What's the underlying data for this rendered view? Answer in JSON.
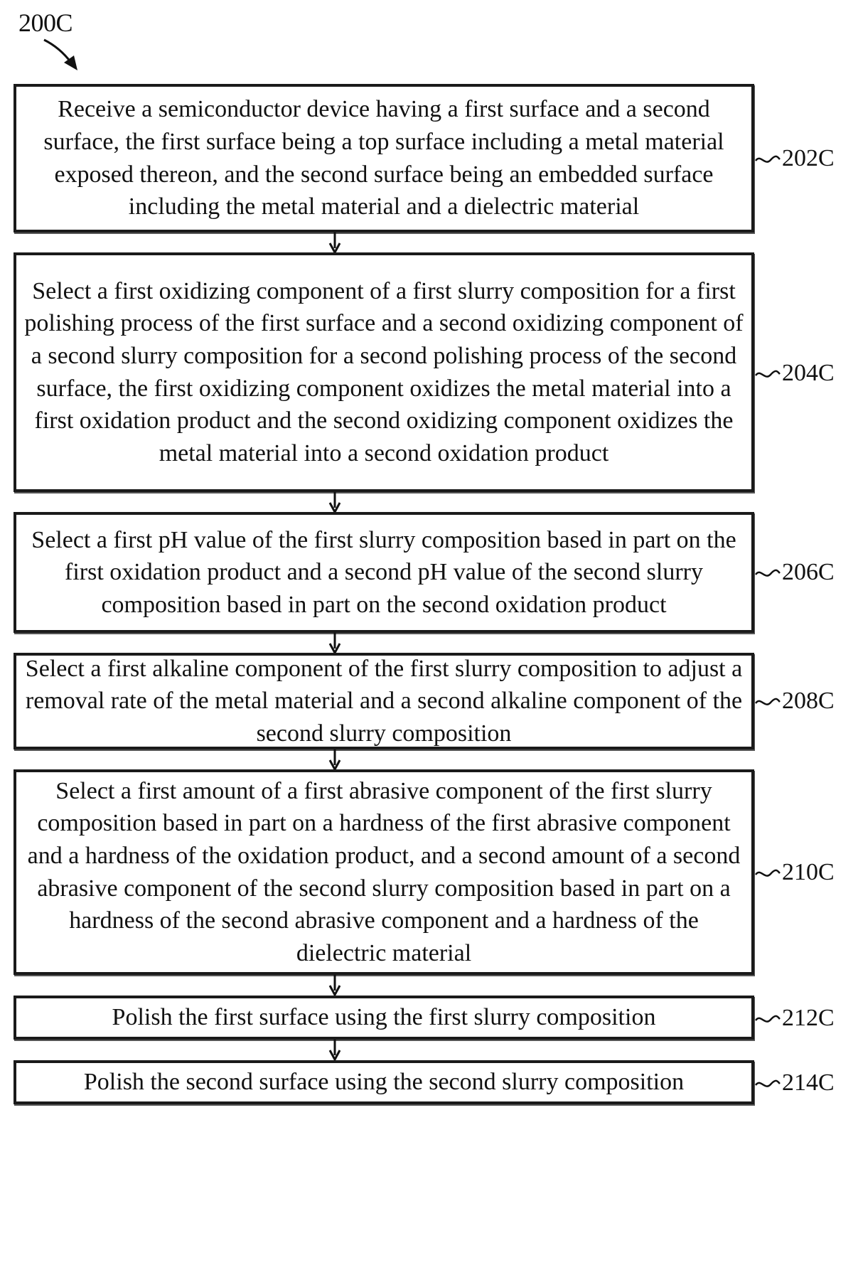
{
  "figure_label": "200C",
  "colors": {
    "ink": "#111111",
    "background": "#ffffff"
  },
  "steps": [
    {
      "ref": "202C",
      "text": "Receive a semiconductor device having a first surface and a second surface, the first surface being a top surface including a metal material exposed thereon, and the second surface being an embedded surface including the metal material and a dielectric material"
    },
    {
      "ref": "204C",
      "text": "Select a first oxidizing component of a first slurry composition for a first polishing process of the first surface and a second oxidizing component of a second slurry composition for a second polishing process of the second surface, the first oxidizing component oxidizes the metal material into a first oxidation product and the second oxidizing component oxidizes the metal material into a second oxidation product"
    },
    {
      "ref": "206C",
      "text": "Select a first pH value of the first slurry composition based in part on the first oxidation product and a second pH value of the second slurry composition based in part on the second oxidation product"
    },
    {
      "ref": "208C",
      "text": "Select a first alkaline component of the first slurry composition to adjust a removal rate of the metal material and a second alkaline component of the second slurry composition"
    },
    {
      "ref": "210C",
      "text": "Select a first amount of a first abrasive component of the first slurry composition based in part on a hardness of the first abrasive component and a hardness of the oxidation product, and a second amount of a second abrasive component of the second slurry composition based in part on a hardness of the second abrasive component and a hardness of the dielectric material"
    },
    {
      "ref": "212C",
      "text": "Polish the first surface using the first slurry composition"
    },
    {
      "ref": "214C",
      "text": "Polish the second surface using the second slurry composition"
    }
  ]
}
